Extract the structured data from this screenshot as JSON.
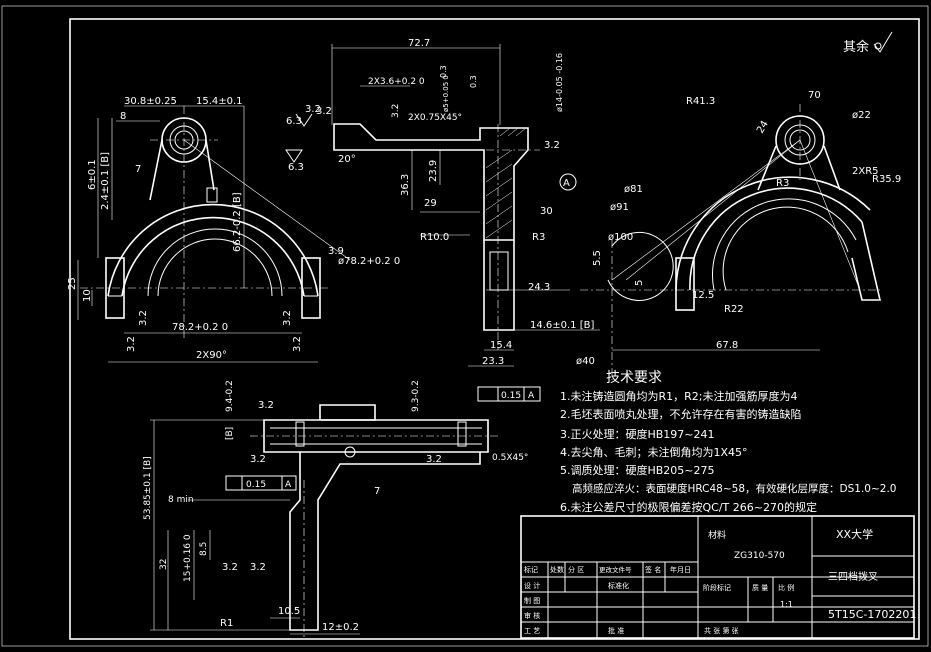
{
  "roughness_note": "其余",
  "top_left_view": {
    "dims": [
      "30.8±0.25",
      "15.4±0.1",
      "8",
      "6±0.1",
      "2.4±0.1 [B]",
      "7",
      "66.2-0.2 [B]",
      "25",
      "10",
      "3.2",
      "3.2",
      "78.2+0.2 0",
      "3.2",
      "3.2",
      "2X90°",
      "3.2",
      "3.9",
      "ø78.2+0.2 0"
    ]
  },
  "section_view": {
    "dims": [
      "72.7",
      "2X3.6+0.2 0",
      "0.3",
      "3.2",
      "ø5+0.05 0",
      "0.3",
      "ø14-0.05 -0.16",
      "6.3",
      "3.2",
      "20°",
      "2X0.75X45°",
      "6.3",
      "36.3",
      "23.9",
      "29",
      "R10.0",
      "3.2",
      "30",
      "R3",
      "24.3",
      "14.6±0.1 [B]",
      "15.4",
      "23.3",
      "A"
    ]
  },
  "right_view": {
    "dims": [
      "R41.3",
      "70",
      "24",
      "ø22",
      "2XR5",
      "R35.9",
      "R3",
      "ø81",
      "ø91",
      "ø100",
      "5.5",
      "5",
      "12.5",
      "R22",
      "67.8",
      "ø40"
    ]
  },
  "bottom_view": {
    "dims": [
      "9.4-0.2",
      "3.2",
      "9.3-0.2",
      "0.15",
      "A",
      "[B]",
      "3.2",
      "3.2",
      "53.85±0.1 [B]",
      "0.15",
      "A",
      "0.5X45°",
      "7",
      "8 min",
      "8.5",
      "15+0.16 0",
      "32",
      "3.2",
      "3.2",
      "R1",
      "10.5",
      "12±0.2"
    ]
  },
  "tech_requirements": {
    "title": "技术要求",
    "items": [
      "1.未注铸造圆角均为R1，R2;未注加强筋厚度为4",
      "2.毛坯表面喷丸处理，不允许存在有害的铸造缺陷",
      "3.正火处理：硬度HB197~241",
      "4.去尖角、毛刺；未注倒角均为1X45°",
      "5.调质处理：硬度HB205~275",
      "高频感应淬火：表面硬度HRC48~58，有效硬化层厚度：DS1.0~2.0",
      "6.未注公差尺寸的极限偏差按QC/T 266~270的规定"
    ]
  },
  "title_block": {
    "material_label": "材料",
    "material": "ZG310-570",
    "org": "XX大学",
    "part_name": "三四档拨叉",
    "drawing_no": "5T15C-1702201",
    "scale": "1:1",
    "header_cells": [
      "标记",
      "处数",
      "分 区",
      "更改文件号",
      "签 名",
      "年月日"
    ],
    "rows": [
      "设 计",
      "制 图",
      "审 核",
      "工 艺"
    ],
    "std_label": "标准化",
    "approve_label": "批 准",
    "stage_label": "阶段标记",
    "weight_label": "质 量",
    "scale_label": "比 例",
    "sheets": "共 张 第 张"
  }
}
